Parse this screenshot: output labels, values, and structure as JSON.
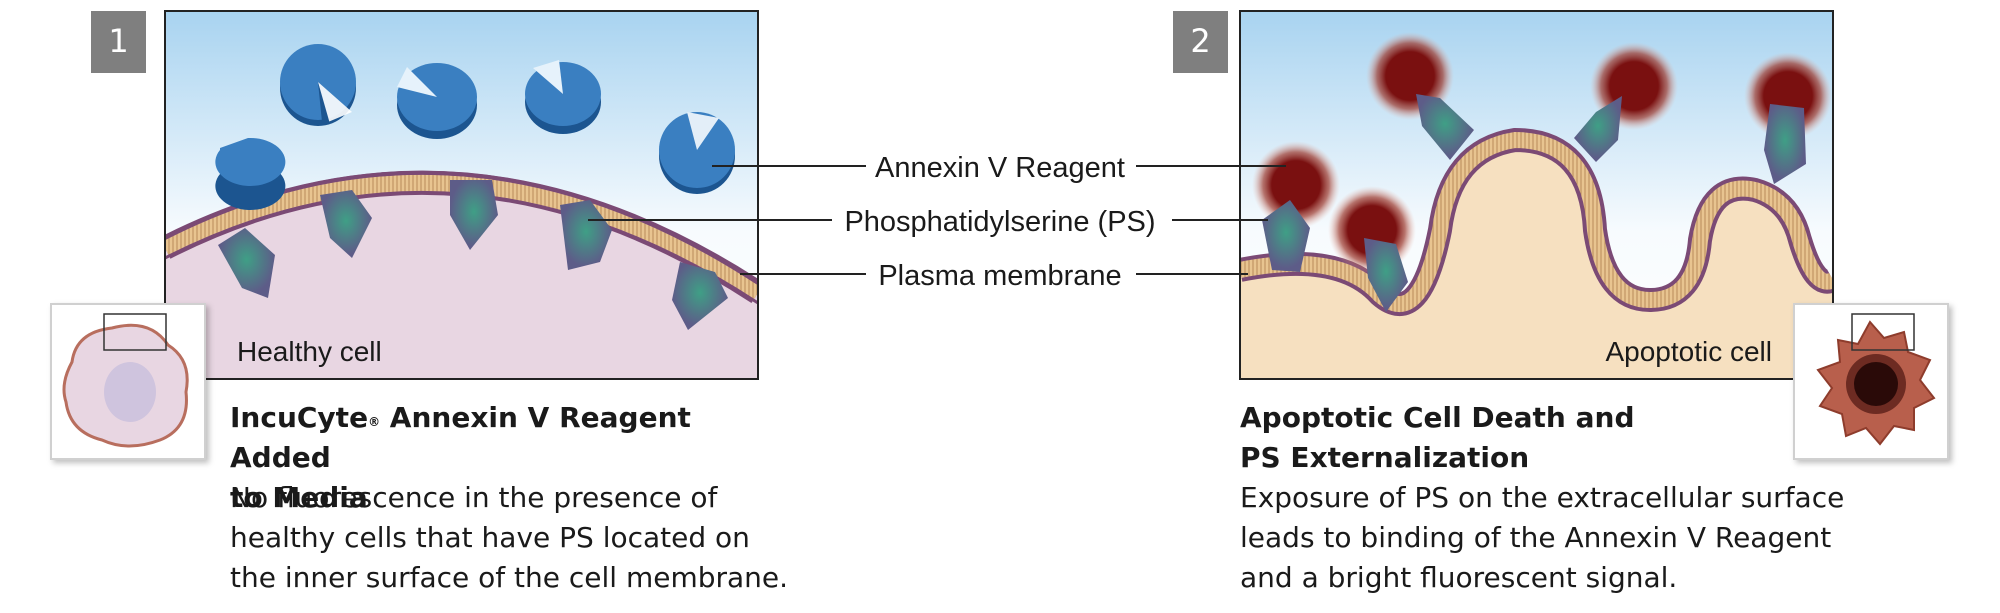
{
  "panel1": {
    "step_number": "1",
    "cell_label": "Healthy cell",
    "title_brand": "IncuCyte",
    "title_reg": "®",
    "title_rest": " Annexin V Reagent Added",
    "title_line2": "to Media",
    "desc_lines": [
      "No fluorescence in the presence of",
      "healthy cells that have PS located on",
      "the inner surface of the cell membrane."
    ]
  },
  "panel2": {
    "step_number": "2",
    "cell_label": "Apoptotic cell",
    "title_line1": "Apoptotic Cell Death and",
    "title_line2": "PS Externalization",
    "desc_lines": [
      "Exposure of PS on the extracellular surface",
      "leads to binding of the Annexin V Reagent",
      "and a bright fluorescent signal."
    ]
  },
  "legend": {
    "annexin": "Annexin V Reagent",
    "ps": "Phosphatidylserine (PS)",
    "membrane": "Plasma membrane"
  },
  "colors": {
    "annexin_blue": "#3a7fc1",
    "annexin_dark": "#1c5590",
    "bound_red": "#7a1010",
    "ps_purple": "#5d5c88",
    "ps_glow": "#3f9f86",
    "membrane_purple": "#7b4a75",
    "membrane_tan": "#e8c490",
    "healthy_cytoplasm": "#e8d6e2",
    "apoptotic_cytoplasm": "#f6e0c0",
    "sky_top": "#a8d3f0",
    "badge_gray": "#7f7f7f"
  }
}
